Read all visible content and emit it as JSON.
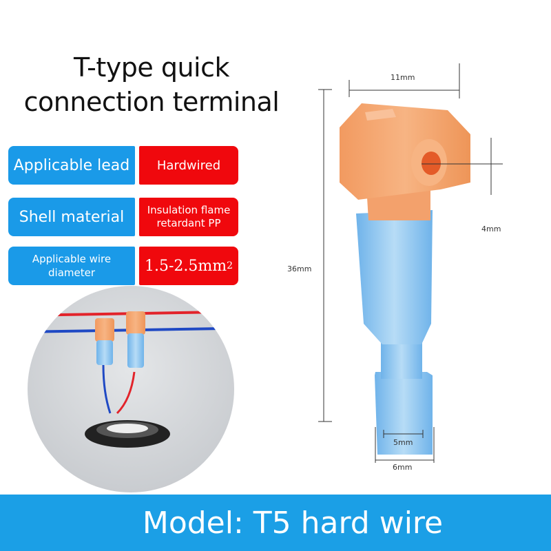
{
  "title": {
    "line1": "T-type quick",
    "line2": "connection terminal"
  },
  "specs": [
    {
      "label": "Applicable lead",
      "value": "Hardwired"
    },
    {
      "label": "Shell material",
      "value": "Insulation flame retardant PP"
    },
    {
      "label": "Applicable wire diameter",
      "value": "1.5-2.5mm",
      "value_sup": "2"
    }
  ],
  "dimensions": {
    "width_top": "11mm",
    "height": "36mm",
    "hole": "4mm",
    "inner_end": "5mm",
    "outer_end": "6mm"
  },
  "banner": {
    "text": "Model: T5 hard wire"
  },
  "colors": {
    "label_blue": "#1a9ae8",
    "value_red": "#f0080d",
    "banner_blue": "#1b9fe6",
    "connector_orange": "#f4a46e",
    "connector_blue": "#8fc6f0"
  }
}
